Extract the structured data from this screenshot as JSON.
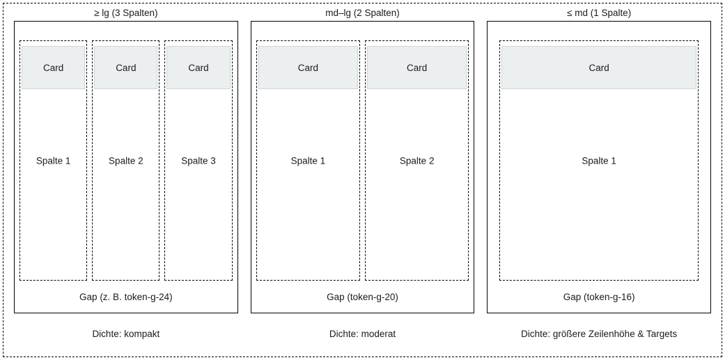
{
  "panels": [
    {
      "title": "≥ lg (3 Spalten)",
      "columns": [
        {
          "card": "Card",
          "label": "Spalte 1"
        },
        {
          "card": "Card",
          "label": "Spalte 2"
        },
        {
          "card": "Card",
          "label": "Spalte 3"
        }
      ],
      "gap_label": "Gap (z. B. token-g-24)",
      "density": "Dichte: kompakt"
    },
    {
      "title": "md–lg (2 Spalten)",
      "columns": [
        {
          "card": "Card",
          "label": "Spalte 1"
        },
        {
          "card": "Card",
          "label": "Spalte 2"
        }
      ],
      "gap_label": "Gap (token-g-20)",
      "density": "Dichte: moderat"
    },
    {
      "title": "≤ md (1 Spalte)",
      "columns": [
        {
          "card": "Card",
          "label": "Spalte 1"
        }
      ],
      "gap_label": "Gap (token-g-16)",
      "density": "Dichte: größere Zeilenhöhe & Targets"
    }
  ],
  "colors": {
    "line": "#000000",
    "text": "#1a1a1a",
    "card_fill": "#ebeff0",
    "card_border": "#ccd6d9",
    "background": "#ffffff"
  }
}
